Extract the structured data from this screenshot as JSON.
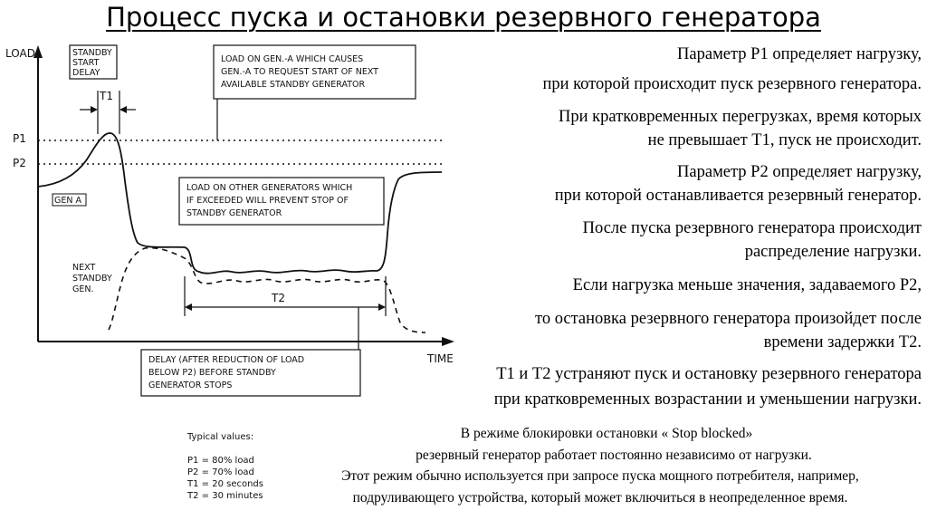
{
  "title": "Процесс пуска и остановки резервного генератора",
  "diagram": {
    "axis_y": "LOAD",
    "axis_x": "TIME",
    "p1": "P1",
    "p2": "P2",
    "t1": "T1",
    "t2": "T2",
    "standby_start_delay": [
      "STANDBY",
      "START",
      "DELAY"
    ],
    "gen_a": "GEN A",
    "next_standby": [
      "NEXT",
      "STANDBY",
      "GEN."
    ],
    "callout_load_gen_a": [
      "LOAD ON GEN.-A WHICH CAUSES",
      "GEN.-A TO REQUEST START OF NEXT",
      "AVAILABLE STANDBY GENERATOR"
    ],
    "callout_other_gens": [
      "LOAD ON OTHER GENERATORS WHICH",
      "IF EXCEEDED WILL PREVENT STOP OF",
      "STANDBY GENERATOR"
    ],
    "callout_delay": [
      "DELAY (AFTER REDUCTION OF LOAD",
      "BELOW P2) BEFORE STANDBY",
      "GENERATOR STOPS"
    ],
    "typical_title": "Typical values:",
    "typical_values": [
      "P1 = 80% load",
      "P2 = 70% load",
      "T1 = 20 seconds",
      "T2 = 30 minutes"
    ]
  },
  "right_text": [
    "Параметр Р1 определяет нагрузку,",
    "при которой происходит пуск резервного генератора.",
    "При кратковременных перегрузках, время которых",
    "не превышает Т1, пуск не происходит.",
    "Параметр Р2 определяет нагрузку,",
    "при которой останавливается резервный генератор.",
    "После пуска резервного генератора происходит",
    "распределение нагрузки.",
    "Если нагрузка меньше значения, задаваемого Р2,",
    "то остановка резервного генератора произойдет после",
    "времени задержки Т2.",
    "Т1 и Т2 устраняют пуск и остановку резервного генератора",
    "при кратковременных возрастании и уменьшении нагрузки."
  ],
  "bottom_text": [
    "В режиме блокировки остановки « Stop blocked»",
    "резервный генератор работает постоянно независимо от нагрузки.",
    "Этот режим обычно используется при запросе пуска мощного потребителя, например,",
    "подруливающего устройства, который может включиться в неопределенное время."
  ]
}
